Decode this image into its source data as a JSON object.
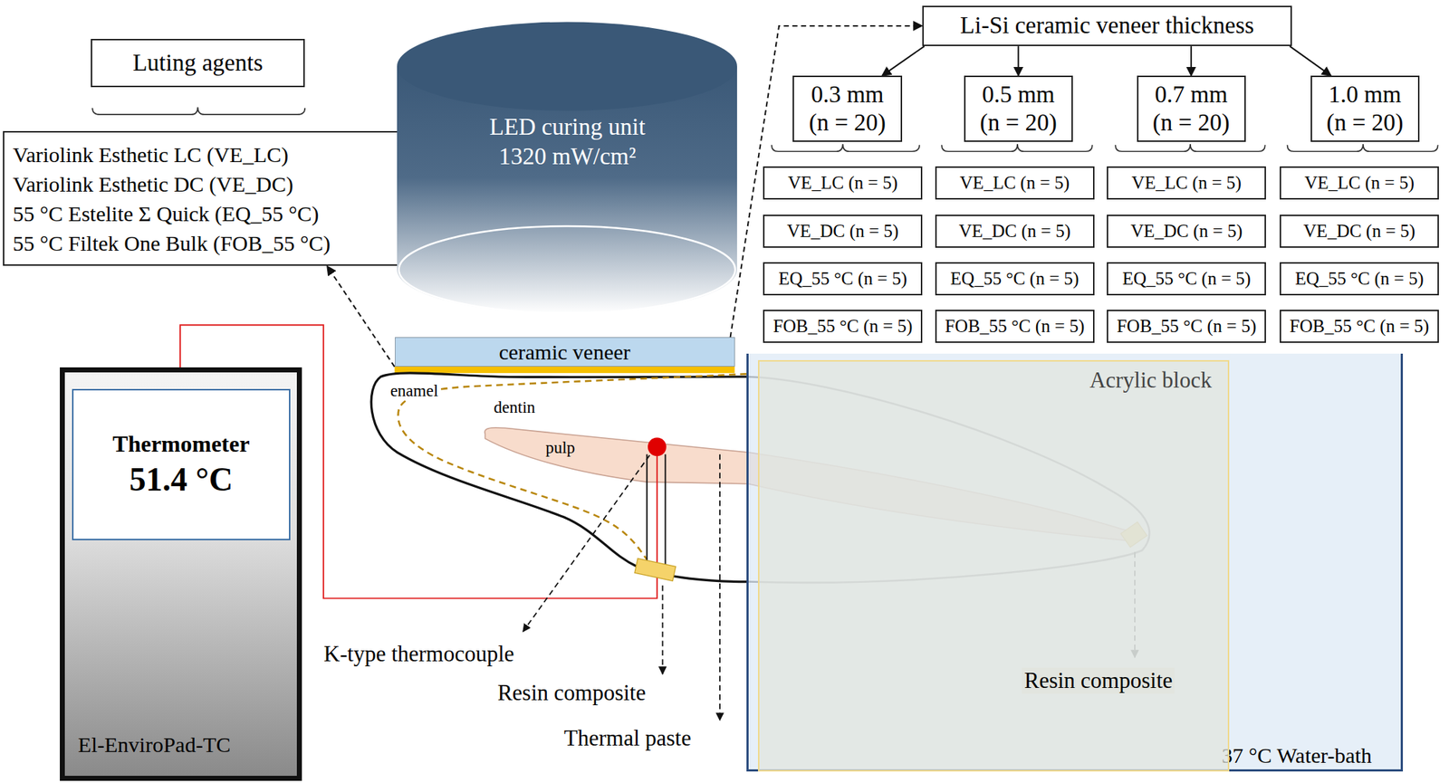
{
  "diagram": {
    "nodes": [
      {
        "text": [
          "Luting agents"
        ]
      },
      {
        "text": [
          "Variolink Esthetic LC (VE_LC)",
          "Variolink Esthetic DC (VE_DC)",
          "55 °C Estelite Σ Quick (EQ_55 °C)",
          "55 °C Filtek One Bulk (FOB_55 °C)"
        ]
      },
      {
        "text": [
          "LED curing unit 1320 mW/cm²"
        ]
      },
      {
        "text": [
          "Li-Si ceramic veneer thickness"
        ]
      },
      {
        "text": [
          "0.3 mm (n = 20)"
        ]
      },
      {
        "text": [
          "0.5 mm (n = 20)"
        ]
      },
      {
        "text": [
          "0.7 mm (n = 20)"
        ]
      },
      {
        "text": [
          "1.0 mm (n = 20)"
        ]
      },
      {
        "text": [
          "VE_LC (n = 5)"
        ]
      },
      {
        "text": [
          "VE_LC (n = 5)"
        ]
      },
      {
        "text": [
          "VE_LC (n = 5)"
        ]
      },
      {
        "text": [
          "VE_LC (n = 5)"
        ]
      },
      {
        "text": [
          "VE_DC (n = 5)"
        ]
      },
      {
        "text": [
          "VE_DC (n = 5)"
        ]
      },
      {
        "text": [
          "VE_DC (n = 5)"
        ]
      },
      {
        "text": [
          "VE_DC (n = 5)"
        ]
      },
      {
        "text": [
          "EQ_55 °C (n = 5)"
        ]
      },
      {
        "text": [
          "EQ_55 °C (n = 5)"
        ]
      },
      {
        "text": [
          "EQ_55 °C (n = 5)"
        ]
      },
      {
        "text": [
          "EQ_55 °C (n = 5)"
        ]
      },
      {
        "text": [
          "FOB_55 °C (n = 5)"
        ]
      },
      {
        "text": [
          "FOB_55 °C (n = 5)"
        ]
      },
      {
        "text": [
          "FOB_55 °C (n = 5)"
        ]
      },
      {
        "text": [
          "FOB_55 °C (n = 5)"
        ]
      },
      {
        "text": [
          "ceramic veneer"
        ]
      },
      {
        "text": [
          "El-EnviroPad-TC"
        ]
      },
      {
        "text": [
          "Thermometer",
          "51.4 °C"
        ],
        "in": 25
      },
      {
        "text": [
          "37 °C Water-bath"
        ]
      },
      {
        "text": [
          "Acrylic block"
        ],
        "in": 27
      }
    ],
    "edges": [
      {
        "from": 24,
        "to": 1,
        "arrow": "to"
      },
      {
        "from": 24,
        "to": 3,
        "arrow": "to"
      },
      {
        "from": 3,
        "to": 4,
        "arrow": "to"
      },
      {
        "from": 3,
        "to": 5,
        "arrow": "to"
      },
      {
        "from": 3,
        "to": 6,
        "arrow": "to"
      },
      {
        "from": 3,
        "to": 7,
        "arrow": "to"
      }
    ],
    "labels": [
      "enamel",
      "dentin",
      "pulp",
      "K-type thermocouple",
      "Resin composite",
      "Thermal paste",
      "Resin composite"
    ]
  }
}
